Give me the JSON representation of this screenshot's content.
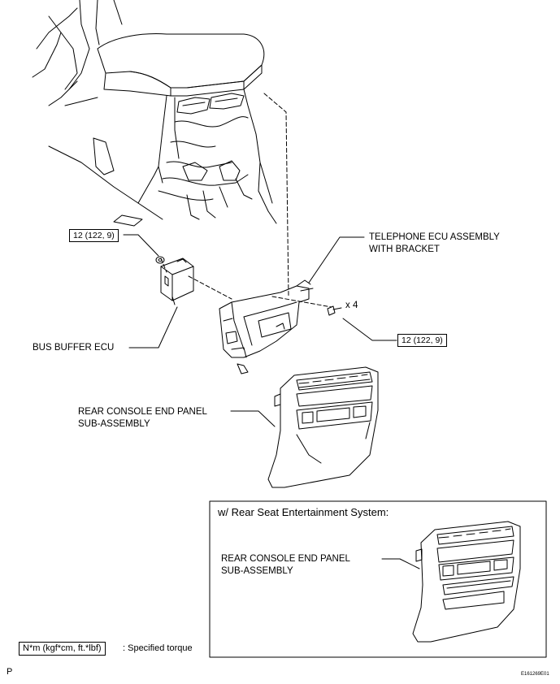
{
  "labels": {
    "telephone_ecu_line1": "TELEPHONE ECU ASSEMBLY",
    "telephone_ecu_line2": "WITH BRACKET",
    "bus_buffer_ecu": "BUS BUFFER ECU",
    "rear_console_line1": "REAR CONSOLE END PANEL",
    "rear_console_line2": "SUB-ASSEMBLY",
    "quantity": "x 4"
  },
  "torque_specs": {
    "upper_left": "12 (122, 9)",
    "right": "12 (122, 9)"
  },
  "inset": {
    "title": "w/ Rear Seat Entertainment System:",
    "label_line1": "REAR CONSOLE END PANEL",
    "label_line2": "SUB-ASSEMBLY"
  },
  "legend": {
    "unit_box": "N*m (kgf*cm, ft.*lbf)",
    "description": ": Specified torque"
  },
  "footer": {
    "page_letter": "P",
    "figure_code": "E161269E01"
  }
}
